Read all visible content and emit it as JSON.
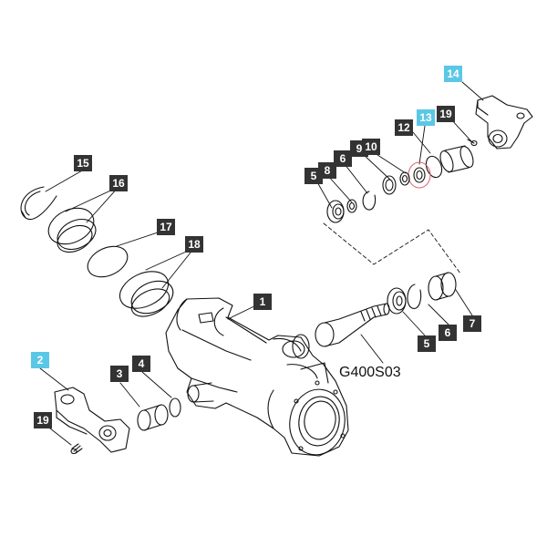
{
  "colors": {
    "label_bg": "#333333",
    "label_text": "#ffffff",
    "label_highlight_bg": "#5bc7e6",
    "line": "#111111",
    "highlight_ring": "#e06070"
  },
  "diagram_code": "G400S03",
  "callouts": [
    {
      "id": "c14",
      "text": "14",
      "highlight": true
    },
    {
      "id": "c12",
      "text": "12",
      "highlight": false
    },
    {
      "id": "c13",
      "text": "13",
      "highlight": true
    },
    {
      "id": "c19a",
      "text": "19",
      "highlight": false
    },
    {
      "id": "c9",
      "text": "9",
      "highlight": false
    },
    {
      "id": "c10",
      "text": "10",
      "highlight": false
    },
    {
      "id": "c6a",
      "text": "6",
      "highlight": false
    },
    {
      "id": "c8",
      "text": "8",
      "highlight": false
    },
    {
      "id": "c5a",
      "text": "5",
      "highlight": false
    },
    {
      "id": "c7a",
      "text": "7",
      "highlight": false
    },
    {
      "id": "c15",
      "text": "15",
      "highlight": false
    },
    {
      "id": "c16",
      "text": "16",
      "highlight": false
    },
    {
      "id": "c17",
      "text": "17",
      "highlight": false
    },
    {
      "id": "c18",
      "text": "18",
      "highlight": false
    },
    {
      "id": "c1",
      "text": "1",
      "highlight": false
    },
    {
      "id": "c7b",
      "text": "7",
      "highlight": false
    },
    {
      "id": "c6b",
      "text": "6",
      "highlight": false
    },
    {
      "id": "c5b",
      "text": "5",
      "highlight": false
    },
    {
      "id": "c2",
      "text": "2",
      "highlight": true
    },
    {
      "id": "c3",
      "text": "3",
      "highlight": false
    },
    {
      "id": "c4",
      "text": "4",
      "highlight": false
    },
    {
      "id": "c19b",
      "text": "19",
      "highlight": false
    }
  ]
}
